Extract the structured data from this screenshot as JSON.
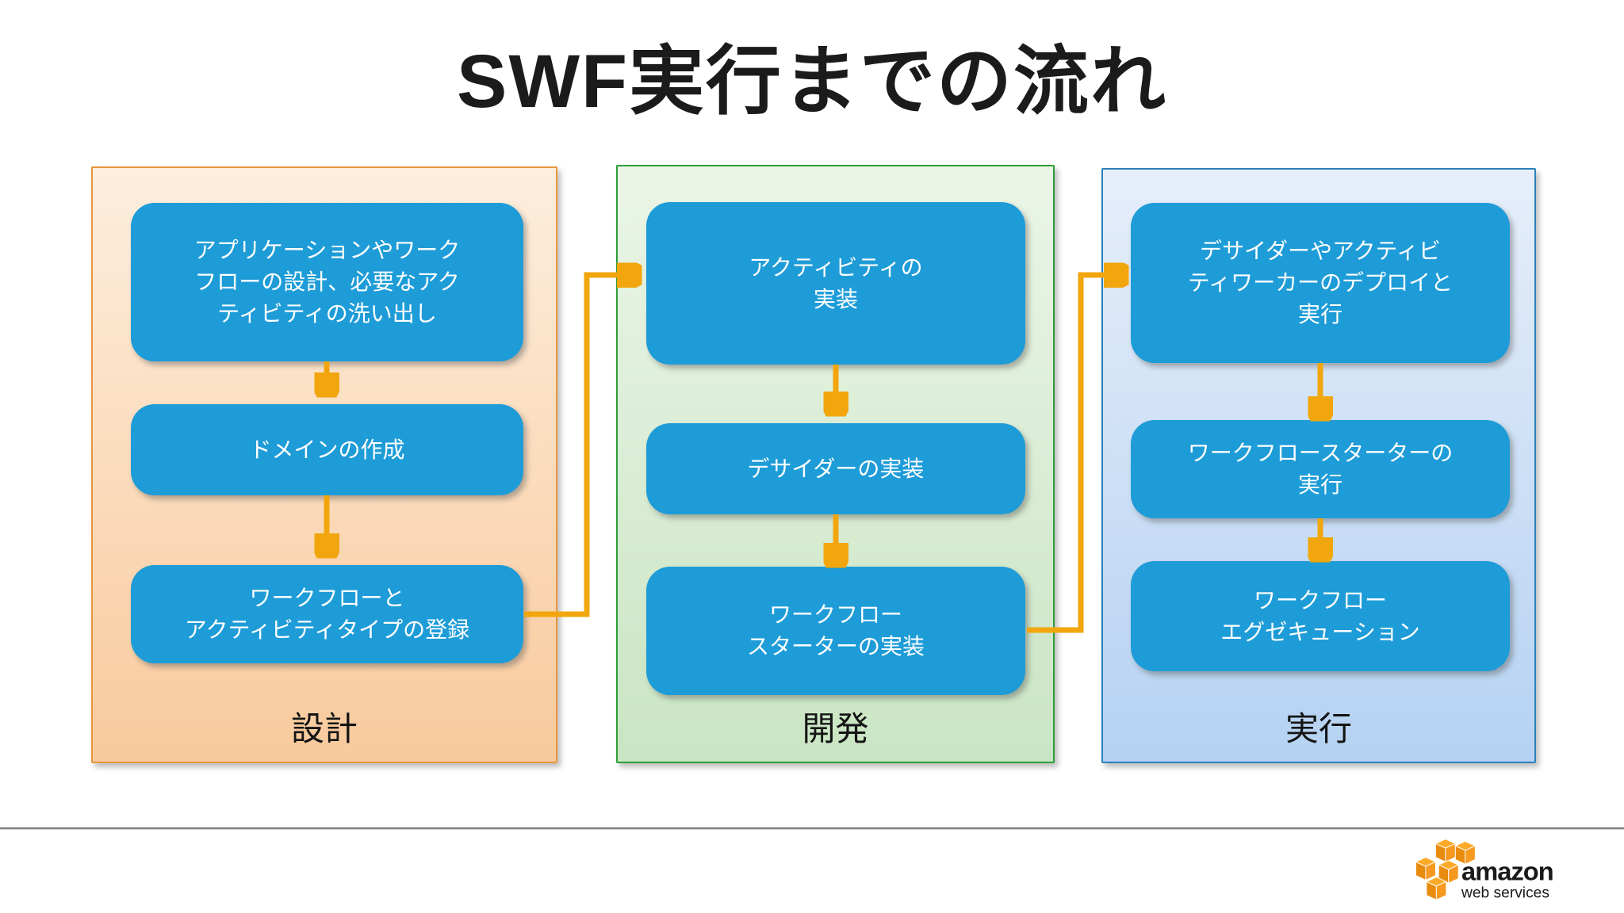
{
  "title": "SWF実行までの流れ",
  "panels": [
    {
      "label": "設計",
      "boxes": [
        "アプリケーションやワーク\nフローの設計、必要なアク\nティビティの洗い出し",
        "ドメインの作成",
        "ワークフローと\nアクティビティタイプの登録"
      ]
    },
    {
      "label": "開発",
      "boxes": [
        "アクティビティの\n実装",
        "デサイダーの実装",
        "ワークフロー\nスターターの実装"
      ]
    },
    {
      "label": "実行",
      "boxes": [
        "デサイダーやアクティビ\nティワーカーのデプロイと\n実行",
        "ワークフロースターターの\n実行",
        "ワークフロー\nエグゼキューション"
      ]
    }
  ],
  "colors": {
    "box_fill": "#1e9cd8",
    "box_text": "#ffffff",
    "arrow": "#f2a60d",
    "panel_design_border": "#e8953f",
    "panel_design_bg_top": "#fdeede",
    "panel_design_bg_bottom": "#f8ca9c",
    "panel_dev_border": "#2e9d38",
    "panel_dev_bg_top": "#ebf5e7",
    "panel_dev_bg_bottom": "#c9e5c3",
    "panel_exec_border": "#2b80b9",
    "panel_exec_bg_top": "#e6eefa",
    "panel_exec_bg_bottom": "#b5d2f2",
    "logo_orange": "#f7981f",
    "divider_gray": "#7f7f7f"
  },
  "footer": {
    "logo_brand": "amazon",
    "logo_sub": "web services"
  }
}
